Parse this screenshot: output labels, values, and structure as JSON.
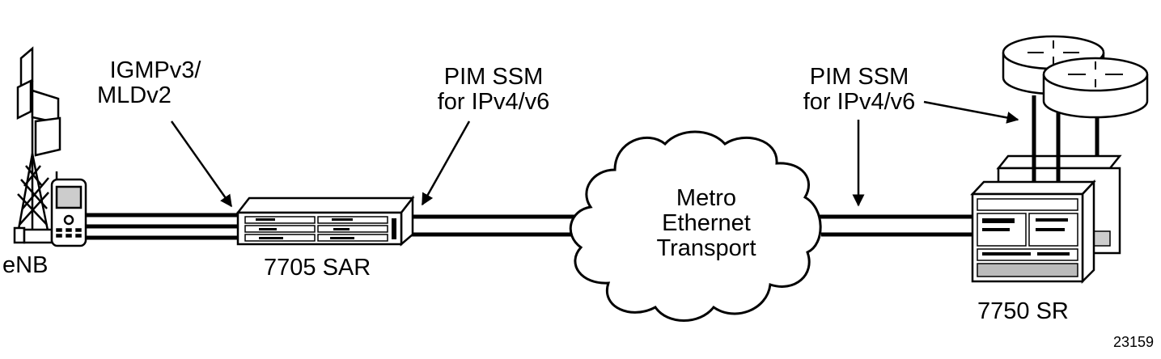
{
  "labels": {
    "enb": "eNB",
    "igmp_line1": "IGMPv3/",
    "igmp_line2": "MLDv2",
    "pim_left_line1": "PIM SSM",
    "pim_left_line2": "for IPv4/v6",
    "pim_right_line1": "PIM SSM",
    "pim_right_line2": "for IPv4/v6",
    "cloud_line1": "Metro",
    "cloud_line2": "Ethernet",
    "cloud_line3": "Transport",
    "sar": "7705 SAR",
    "sr": "7750 SR",
    "figure_id": "23159"
  },
  "colors": {
    "stroke": "#000000",
    "fill": "#ffffff",
    "device_gray": "#bbbbbb"
  }
}
